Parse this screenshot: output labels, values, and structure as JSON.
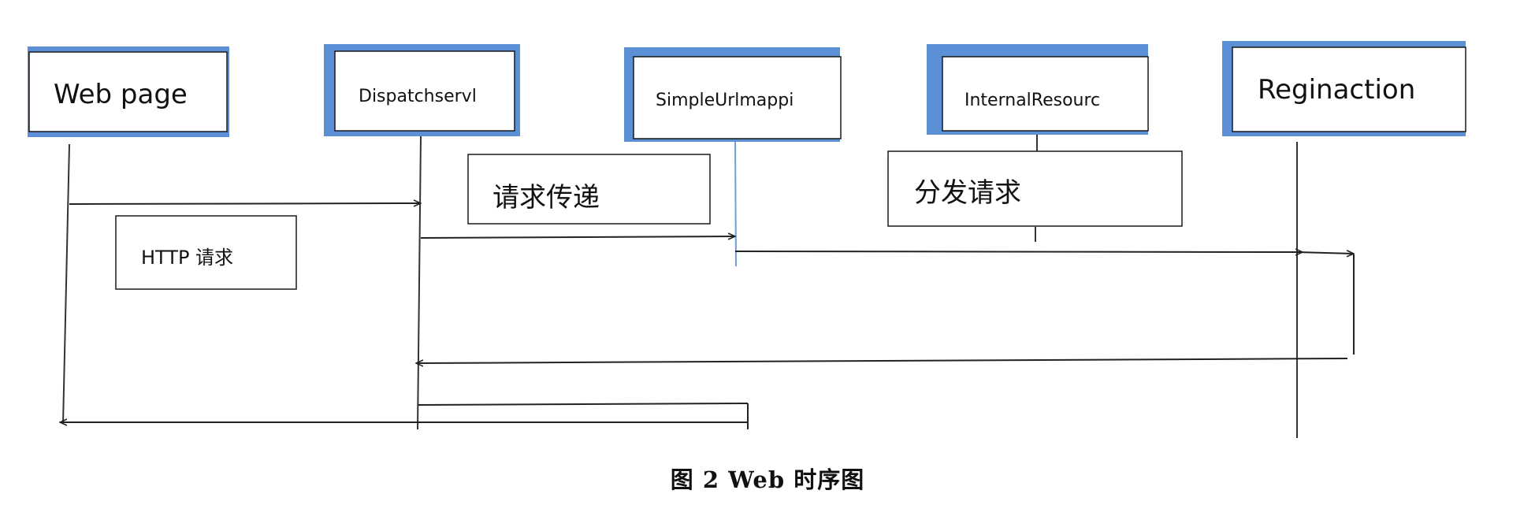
{
  "actors": [
    {
      "id": "webpage",
      "label": "Web page"
    },
    {
      "id": "dispatch",
      "label": "Dispatchservl"
    },
    {
      "id": "simple",
      "label": "SimpleUrlmappi"
    },
    {
      "id": "internal",
      "label": "InternalResourc"
    },
    {
      "id": "regin",
      "label": "Reginaction"
    }
  ],
  "notes": [
    {
      "id": "http",
      "label": "HTTP 请求"
    },
    {
      "id": "pass",
      "label": "请求传递"
    },
    {
      "id": "dispatch-req",
      "label": "分发请求"
    }
  ],
  "caption": "图 2  Web 时序图",
  "colors": {
    "accent": "#5b8fd6",
    "line": "#222222",
    "border": "#1a1a1a"
  }
}
